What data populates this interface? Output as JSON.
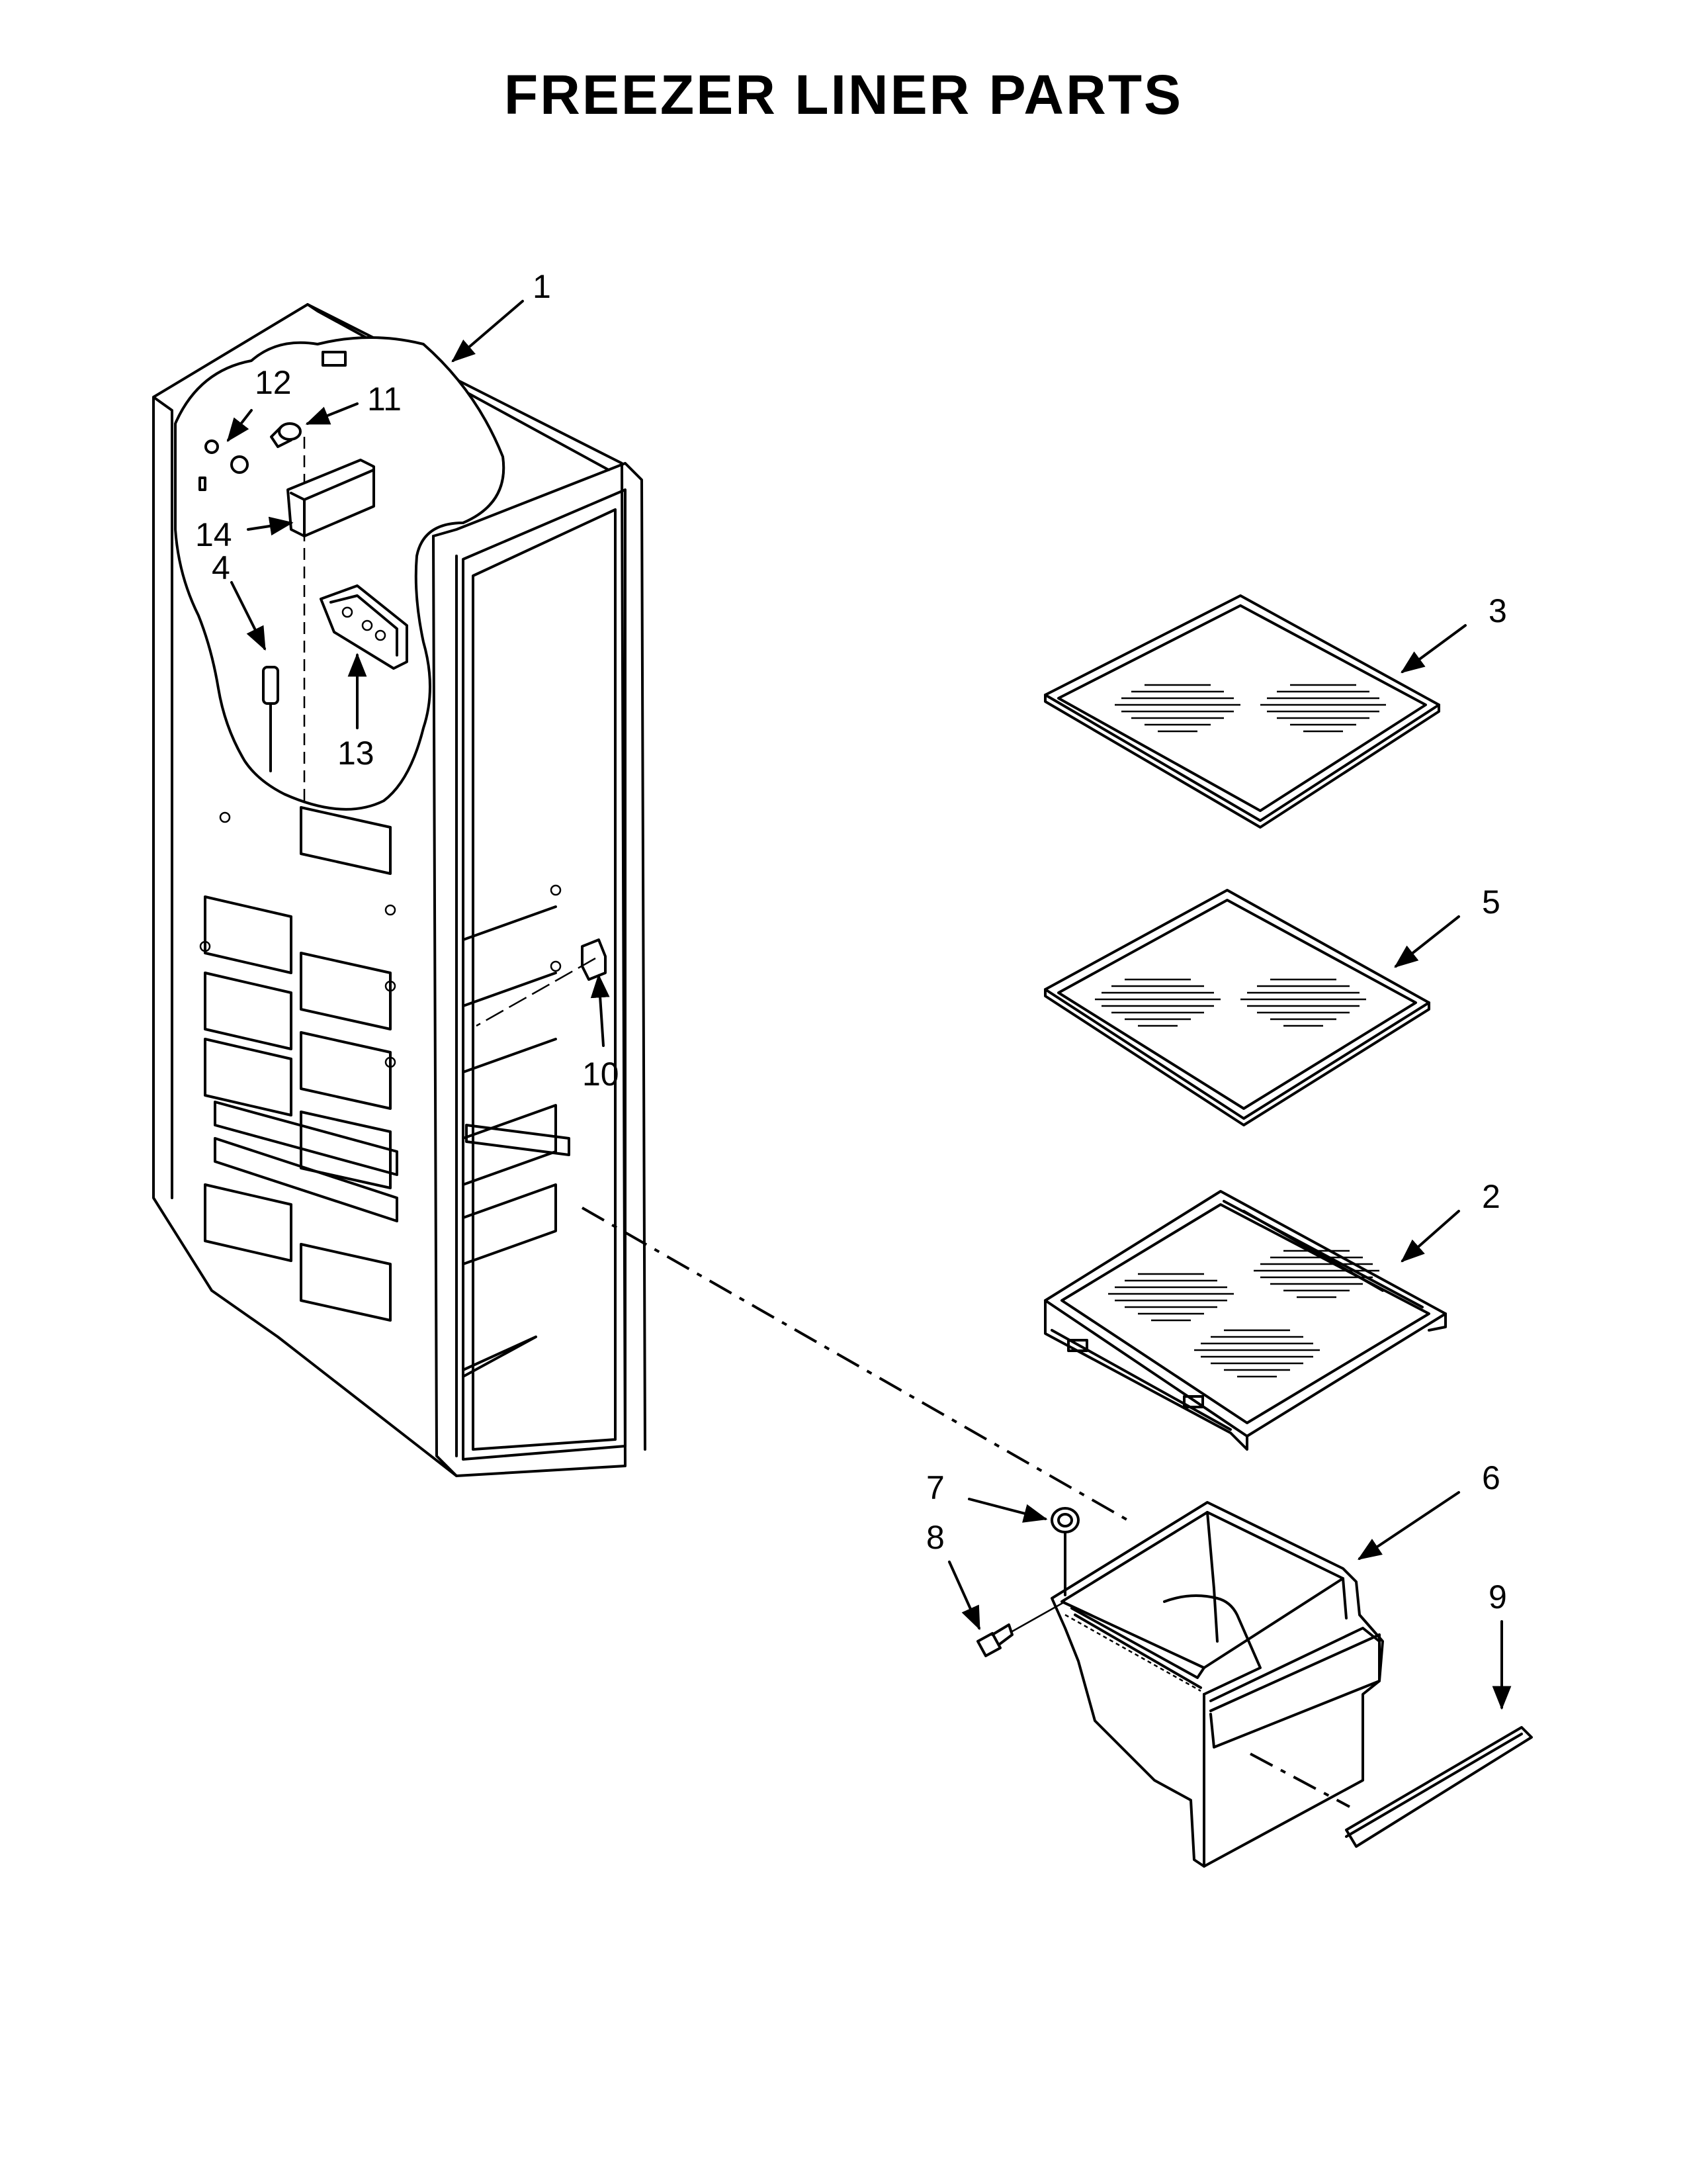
{
  "title": "FREEZER LINER PARTS",
  "callouts": [
    "1",
    "2",
    "3",
    "4",
    "5",
    "6",
    "7",
    "8",
    "9",
    "10",
    "11",
    "12",
    "13",
    "14"
  ]
}
